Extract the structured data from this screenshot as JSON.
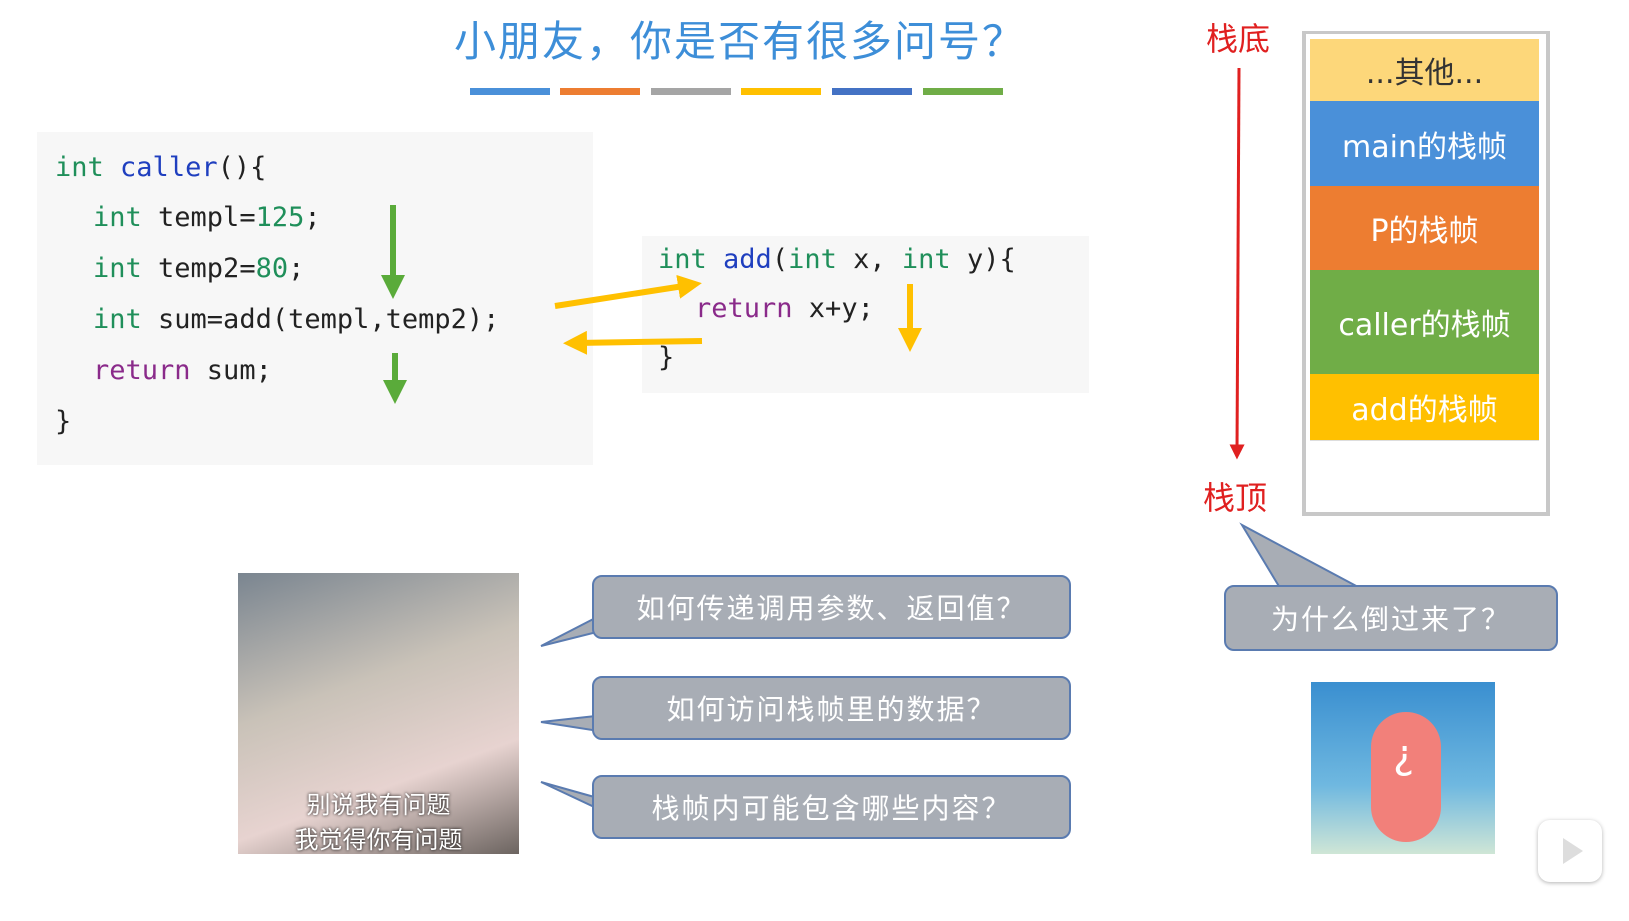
{
  "title": "小朋友，你是否有很多问号？",
  "colors": {
    "bars": [
      "#4a90d9",
      "#ed7d31",
      "#a5a5a5",
      "#ffc000",
      "#4472c4",
      "#70ad47"
    ]
  },
  "caller_code": {
    "l1a": "int",
    "l1b": "caller",
    "l1c": "(){",
    "l2a": "int",
    "l2b": " templ=",
    "l2c": "125",
    ";": ";",
    "l3a": "int",
    "l3b": " temp2=",
    "l3c": "80",
    "l4a": "int",
    "l4b": " sum=add(templ,temp2);",
    "l5a": "return",
    "l5b": " sum;",
    "l6": "}"
  },
  "add_code": {
    "l1a": "int",
    "l1b": "add",
    "l1c": "(",
    "l1d": "int",
    "l1e": " x, ",
    "l1f": "int",
    "l1g": " y){",
    "l2a": "return",
    "l2b": " x+y;",
    "l3": "}"
  },
  "stack": {
    "bottom_label": "栈底",
    "top_label": "栈顶",
    "frames": [
      "...其他...",
      "main的栈帧",
      "P的栈帧",
      "caller的栈帧",
      "add的栈帧"
    ]
  },
  "bubbles": [
    "如何传递调用参数、返回值？",
    "如何访问栈帧里的数据？",
    "栈帧内可能包含哪些内容？"
  ],
  "right_bubble": "为什么倒过来了？",
  "photo_caption": [
    "别说我有问题",
    "我觉得你有问题"
  ],
  "patrick_mark": "¿"
}
